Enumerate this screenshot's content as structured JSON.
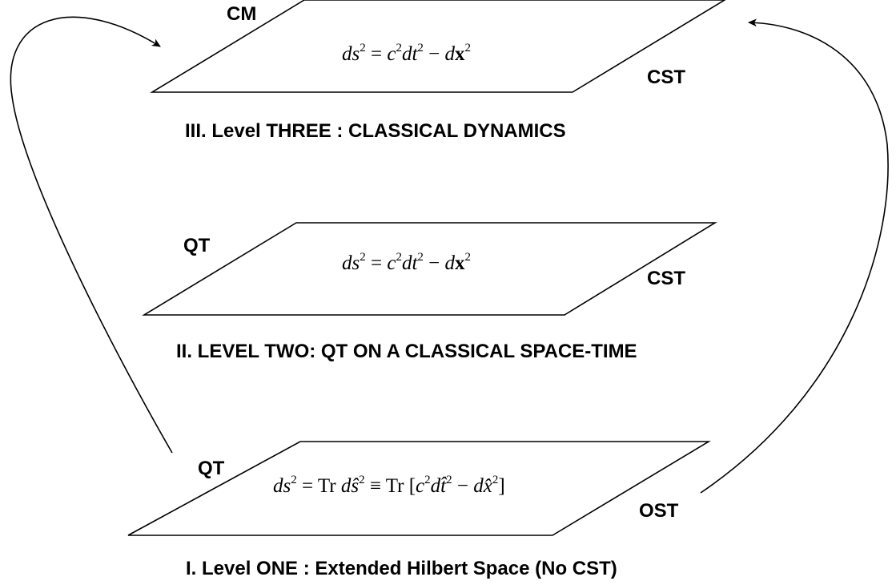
{
  "levels": {
    "three": {
      "left_label": "CM",
      "right_label": "CST",
      "caption": "III. Level THREE : CLASSICAL DYNAMICS"
    },
    "two": {
      "left_label": "QT",
      "right_label": "CST",
      "caption": "II. LEVEL TWO: QT ON A CLASSICAL SPACE-TIME"
    },
    "one": {
      "left_label": "QT",
      "right_label": "OST",
      "caption": "I. Level ONE : Extended Hilbert Space  (No CST)"
    }
  },
  "equations": {
    "classical": {
      "d1": "d",
      "s": "s",
      "sup1": "2",
      "eq": " = ",
      "c": "c",
      "sup2": "2",
      "d2": "d",
      "t": "t",
      "sup3": "2",
      "minus": " − ",
      "d3": "d",
      "x": "x",
      "sup4": "2"
    },
    "operator": {
      "d1": "d",
      "s": "s",
      "sup1": "2",
      "eq": " = Tr ",
      "d2": "d",
      "shat": "ŝ",
      "sup2": "2",
      "equiv": " ≡ Tr [",
      "c": "c",
      "sup3": "2",
      "d3": "d",
      "that": "t̂",
      "sup4": "2",
      "minus": " − ",
      "d4": "d",
      "xhat": "x̂",
      "sup5": "2",
      "close": "]"
    }
  }
}
